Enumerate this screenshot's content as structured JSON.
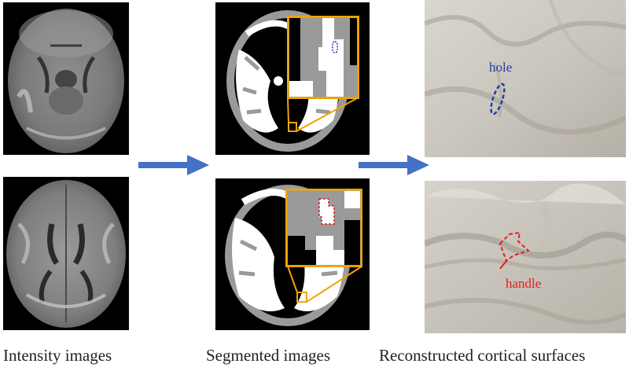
{
  "captions": {
    "intensity": "Intensity images",
    "segmented": "Segmented images",
    "surfaces": "Reconstructed cortical surfaces"
  },
  "annotations": {
    "hole": "hole",
    "handle": "handle"
  },
  "colors": {
    "arrow": "#4472c4",
    "zoom_box": "#f0a500",
    "hole_marker": "#1f3fa8",
    "handle_marker": "#e02020",
    "wm": "#ffffff",
    "gm": "#9a9a9a",
    "bg": "#000000"
  }
}
